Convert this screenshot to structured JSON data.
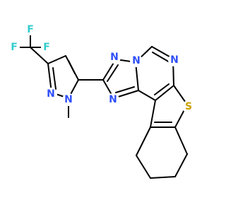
{
  "molecule": {
    "atoms": {
      "F_top": {
        "text": "F",
        "color": "#33CCCC"
      },
      "F_left": {
        "text": "F",
        "color": "#33CCCC"
      },
      "F_right": {
        "text": "F",
        "color": "#33CCCC"
      },
      "N_pyr1": {
        "text": "N",
        "color": "#3050F8"
      },
      "N_pyr2": {
        "text": "N",
        "color": "#3050F8"
      },
      "N_tz1": {
        "text": "N",
        "color": "#3050F8"
      },
      "N_tz2": {
        "text": "N",
        "color": "#3050F8"
      },
      "N_tz3": {
        "text": "N",
        "color": "#3050F8"
      },
      "N_pym": {
        "text": "N",
        "color": "#3050F8"
      },
      "S": {
        "text": "S",
        "color": "#C8A000"
      }
    }
  }
}
